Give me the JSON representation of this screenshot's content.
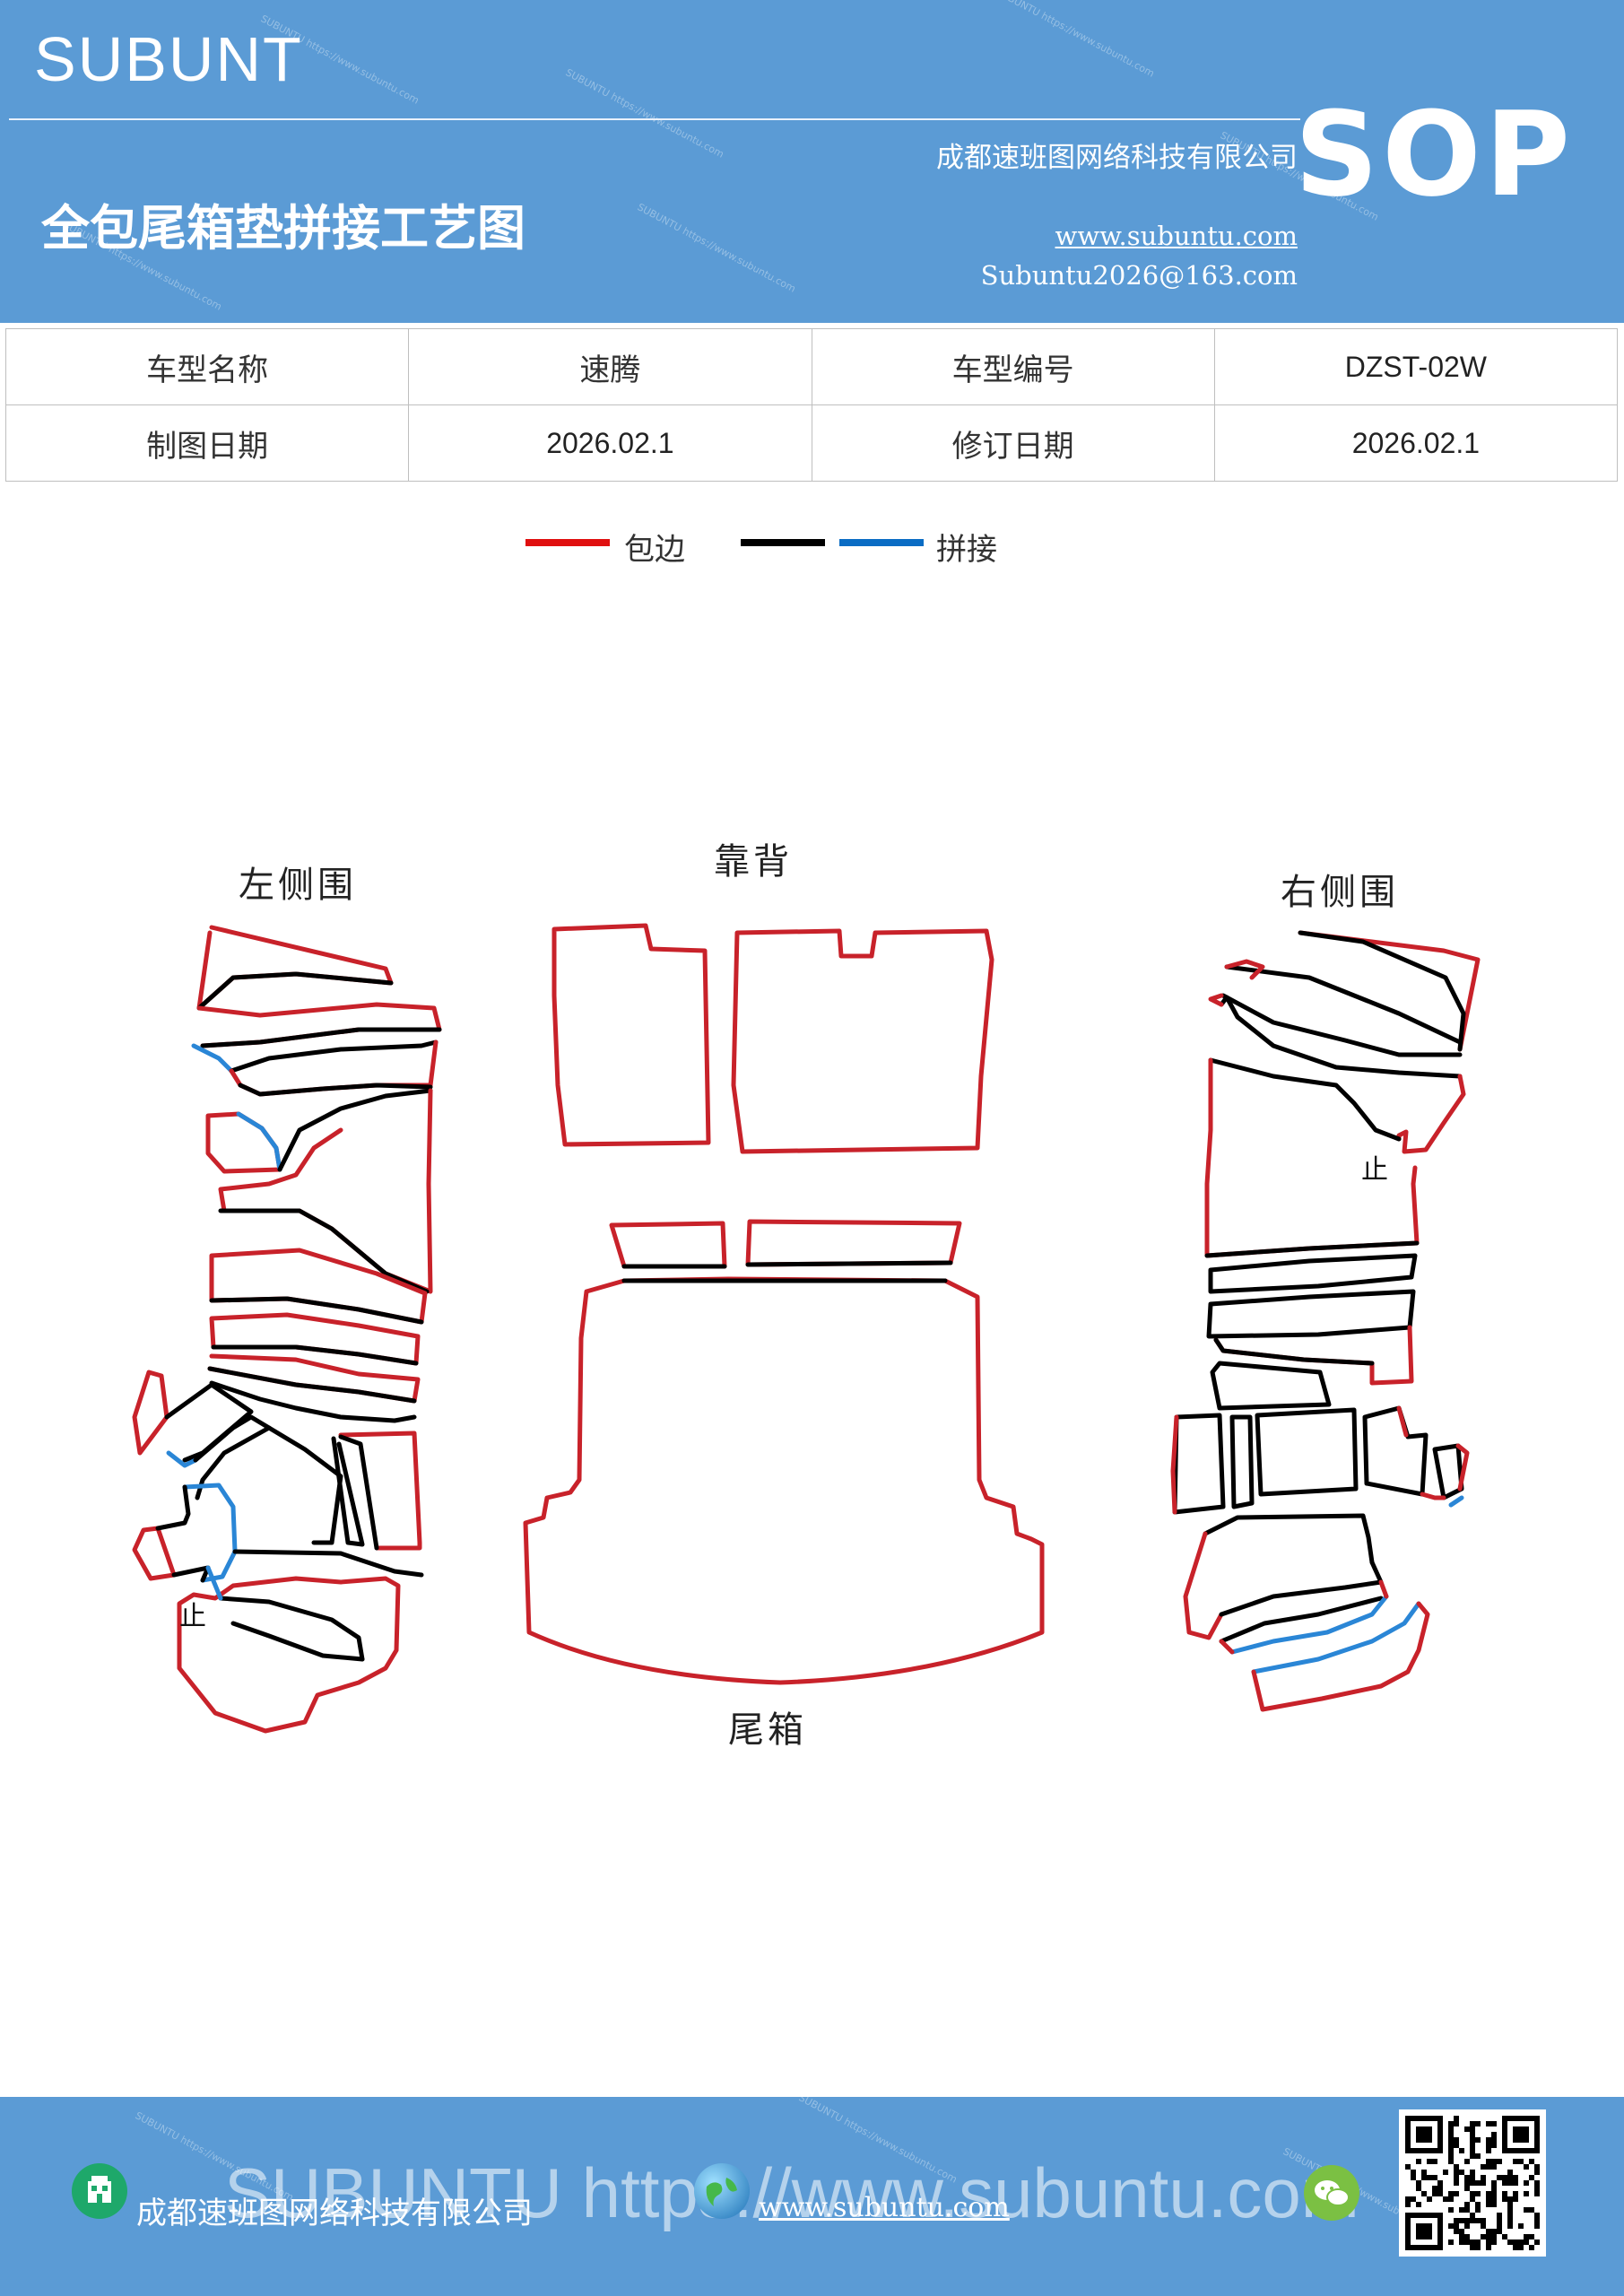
{
  "header": {
    "brand": "SUBUNT",
    "title": "全包尾箱垫拼接工艺图",
    "company": "成都速班图网络科技有限公司",
    "website": "www.subuntu.com",
    "email": "Subuntu2026@163.com",
    "badge": "SOP",
    "bg_color": "#5b9bd5"
  },
  "info_table": {
    "rows": [
      [
        "车型名称",
        "速腾",
        "车型编号",
        "DZST-02W"
      ],
      [
        "制图日期",
        "2026.02.1",
        "修订日期",
        "2026.02.1"
      ]
    ]
  },
  "legend": {
    "items": [
      {
        "label": "包边",
        "color": "#e01010"
      },
      {
        "label": "",
        "color": "#000000"
      },
      {
        "label": "拼接",
        "color": "#0a6cc4"
      }
    ]
  },
  "diagram": {
    "labels": {
      "left_side": "左侧围",
      "back": "靠背",
      "right_side": "右侧围",
      "trunk": "尾箱"
    },
    "mark": "止"
  },
  "footer": {
    "watermark": "SUBUNTU https://www.subuntu.com",
    "company": "成都速班图网络科技有限公司",
    "website": "www.subuntu.com",
    "icons": [
      "building-icon",
      "globe-icon",
      "wechat-icon",
      "qr-code"
    ]
  }
}
